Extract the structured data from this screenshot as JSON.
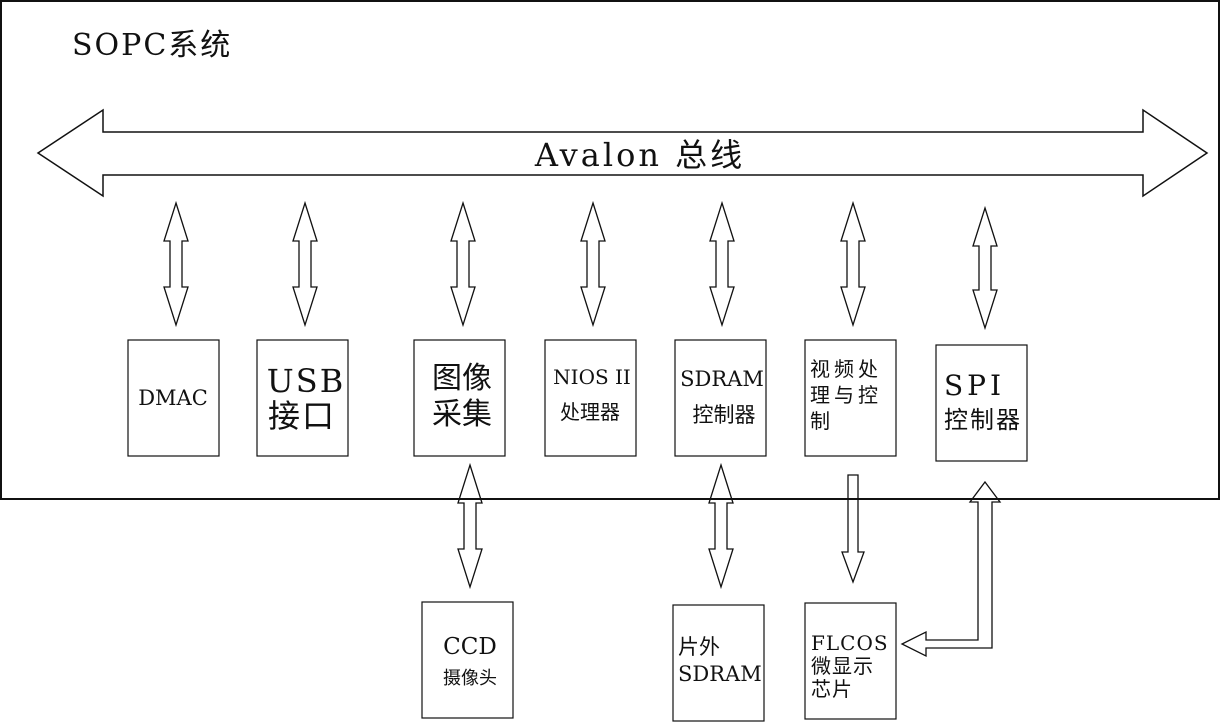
{
  "system": {
    "title": "SOPC系统",
    "bus_label": "Avalon 总线"
  },
  "blocks": {
    "dmac": {
      "lines": [
        "DMAC"
      ]
    },
    "usb": {
      "lines": [
        "USB",
        "接口"
      ]
    },
    "image_capture": {
      "lines": [
        "图像",
        "采集"
      ]
    },
    "nios": {
      "lines": [
        "NIOS II",
        "处理器"
      ]
    },
    "sdram_ctrl": {
      "lines": [
        "SDRAM",
        "控制器"
      ]
    },
    "video": {
      "lines": [
        "视频处",
        "理与控",
        "制"
      ]
    },
    "spi": {
      "lines": [
        "SPI",
        "控制器"
      ]
    }
  },
  "external": {
    "ccd": {
      "lines": [
        "CCD",
        "摄像头"
      ]
    },
    "sdram": {
      "lines": [
        "片外",
        "SDRAM"
      ]
    },
    "flcos": {
      "lines": [
        "FLCOS",
        "微显示",
        "芯片"
      ]
    }
  },
  "colors": {
    "stroke": "#111111",
    "background": "#ffffff"
  }
}
